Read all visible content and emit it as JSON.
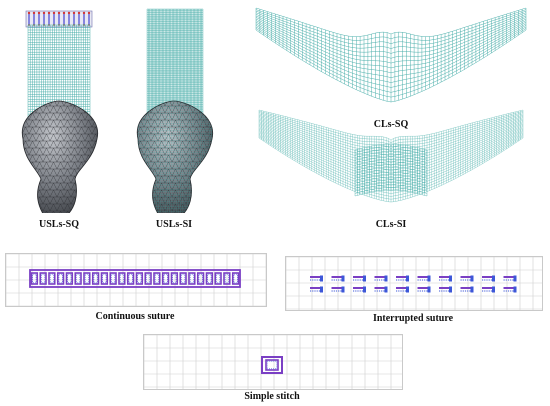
{
  "figure": {
    "mesh_color": "#3aa7a3",
    "skull_color": "#7b7f86",
    "suture_color": "#7a3fc4",
    "grid_color": "#cfcfcf",
    "captions": {
      "usls_sq": "USLs-SQ",
      "usls_si": "USLs-SI",
      "cls_sq": "CLs-SQ",
      "cls_si": "CLs-SI",
      "continuous": "Continuous suture",
      "interrupted": "Interrupted suture",
      "simple": "Simple stitch"
    },
    "suture_patterns": {
      "continuous_loops": 24,
      "interrupted_columns": 10,
      "interrupted_rows": 2,
      "simple_loops": 1
    }
  }
}
